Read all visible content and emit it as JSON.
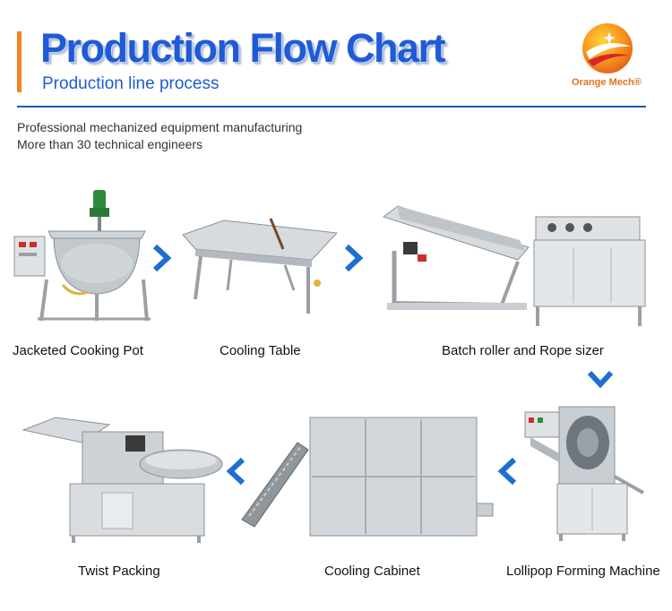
{
  "header": {
    "title": "Production Flow Chart",
    "subtitle": "Production line process",
    "brand": "Orange Mech®"
  },
  "intro": {
    "line1": "Professional mechanized equipment manufacturing",
    "line2": "More than 30 technical engineers"
  },
  "steps": [
    {
      "label": "Jacketed Cooking Pot"
    },
    {
      "label": "Cooling Table"
    },
    {
      "label": "Batch roller and Rope sizer"
    },
    {
      "label": "Lollipop Forming Machine"
    },
    {
      "label": "Cooling Cabinet"
    },
    {
      "label": "Twist Packing"
    }
  ],
  "colors": {
    "title_blue": "#1f5bd6",
    "accent_orange": "#f58220",
    "arrow_blue": "#1f6fd1",
    "steel": "#b9bec3"
  },
  "icons": [
    "chevron-right-icon",
    "chevron-down-icon",
    "chevron-left-icon"
  ]
}
